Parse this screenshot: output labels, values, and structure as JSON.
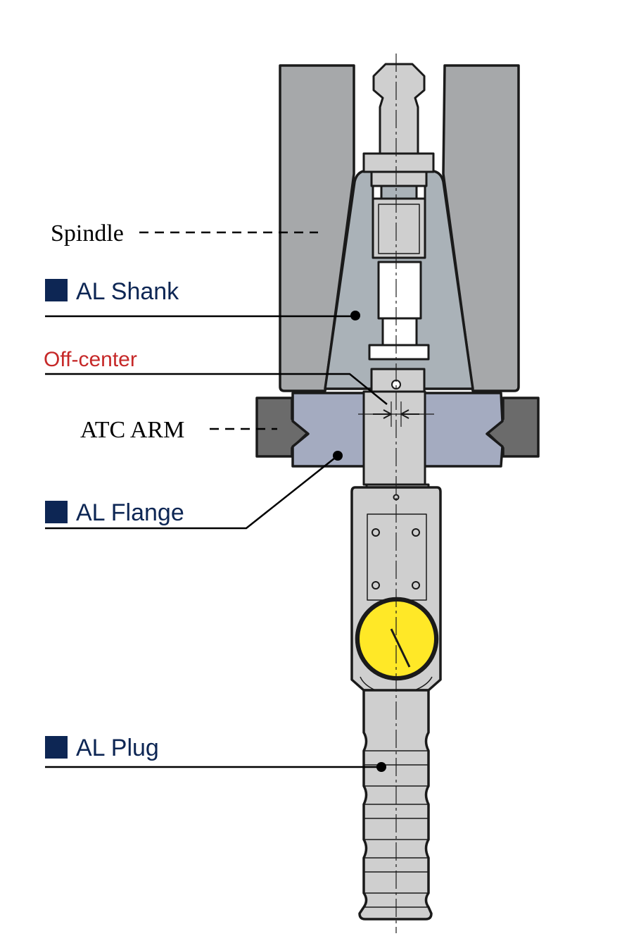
{
  "labels": {
    "spindle": "Spindle",
    "al_shank": "AL Shank",
    "off_center": "Off-center",
    "atc_arm": "ATC ARM",
    "al_flange": "AL Flange",
    "al_plug": "AL Plug"
  },
  "colors": {
    "product_label": "#0d2654",
    "off_center_label": "#c62828",
    "spindle_body": "#a6a8aa",
    "shank": "#aab2b8",
    "flange": "#a4abc0",
    "atc_arm": "#6b6b6b",
    "tool_body": "#cfcfcf",
    "dial_face": "#ffe827",
    "outline": "#1a1a1a"
  },
  "icons": [
    "square-bullet-icon",
    "leader-dot-icon",
    "arrow-right-icon",
    "arrow-left-icon"
  ]
}
